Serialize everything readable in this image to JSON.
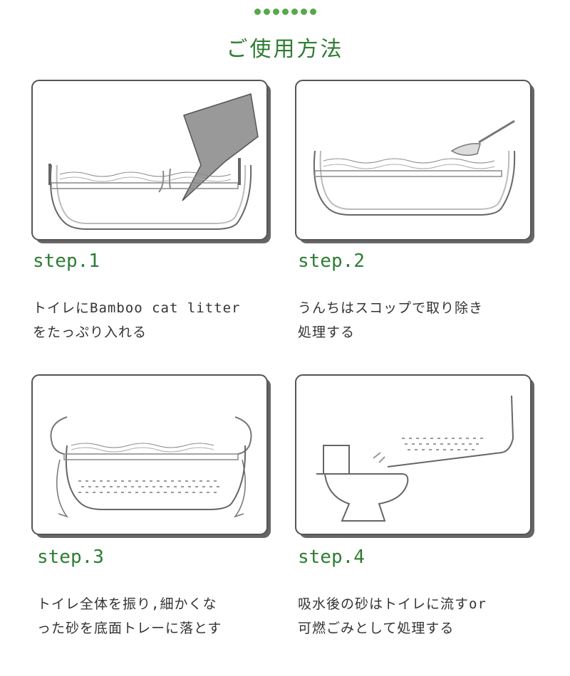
{
  "header": {
    "title": "ご使用方法",
    "dots": 7,
    "accent_color": "#2e7d32"
  },
  "steps": [
    {
      "label": "step.1",
      "lines": [
        "トイレにBamboo cat litter",
        "をたっぷり入れる"
      ],
      "illustration": "pouring-litter-icon"
    },
    {
      "label": "step.2",
      "lines": [
        "うんちはスコップで取り除き",
        "処理する"
      ],
      "illustration": "scoop-icon"
    },
    {
      "label": "step.3",
      "lines": [
        "トイレ全体を振り,細かくな",
        "った砂を底面トレーに落とす"
      ],
      "illustration": "shake-tray-icon"
    },
    {
      "label": "step.4",
      "lines": [
        "吸水後の砂はトイレに流すor",
        "可燃ごみとして処理する"
      ],
      "illustration": "toilet-flush-icon"
    }
  ]
}
